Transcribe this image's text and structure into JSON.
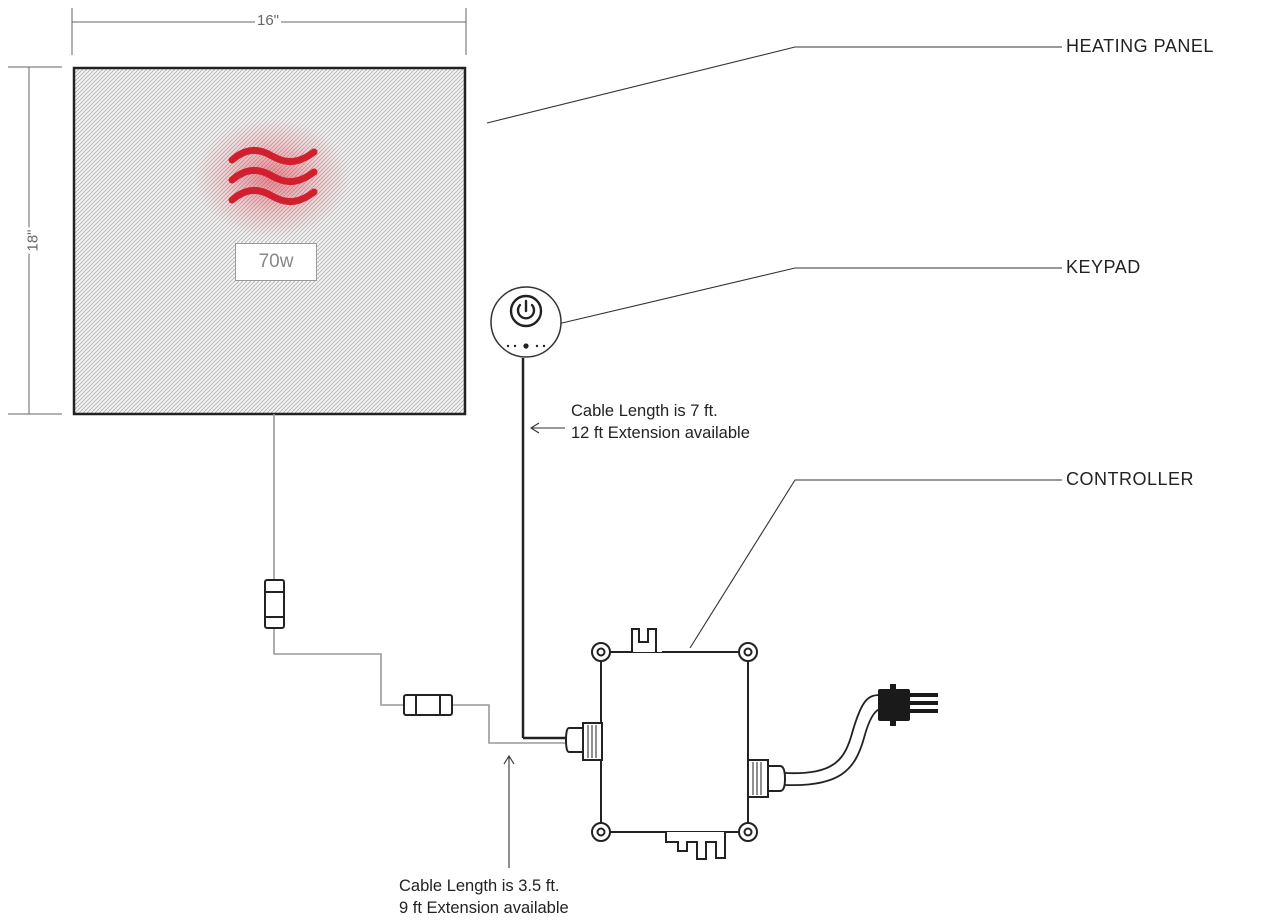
{
  "labels": {
    "heating_panel": "HEATING PANEL",
    "keypad": "KEYPAD",
    "controller": "CONTROLLER"
  },
  "panel": {
    "width_dim": "16\"",
    "height_dim": "18\"",
    "wattage": "70w"
  },
  "cables": {
    "keypad_note": [
      "Cable Length is 7 ft.",
      "12 ft Extension available"
    ],
    "panel_note": [
      "Cable Length is 3.5 ft.",
      "9 ft Extension available"
    ]
  },
  "icons": [
    "heat-waves-icon",
    "power-icon",
    "plug-icon"
  ],
  "colors": {
    "heat_accent": "#d11f2e",
    "line": "#222222",
    "cable_grey": "#999999"
  }
}
